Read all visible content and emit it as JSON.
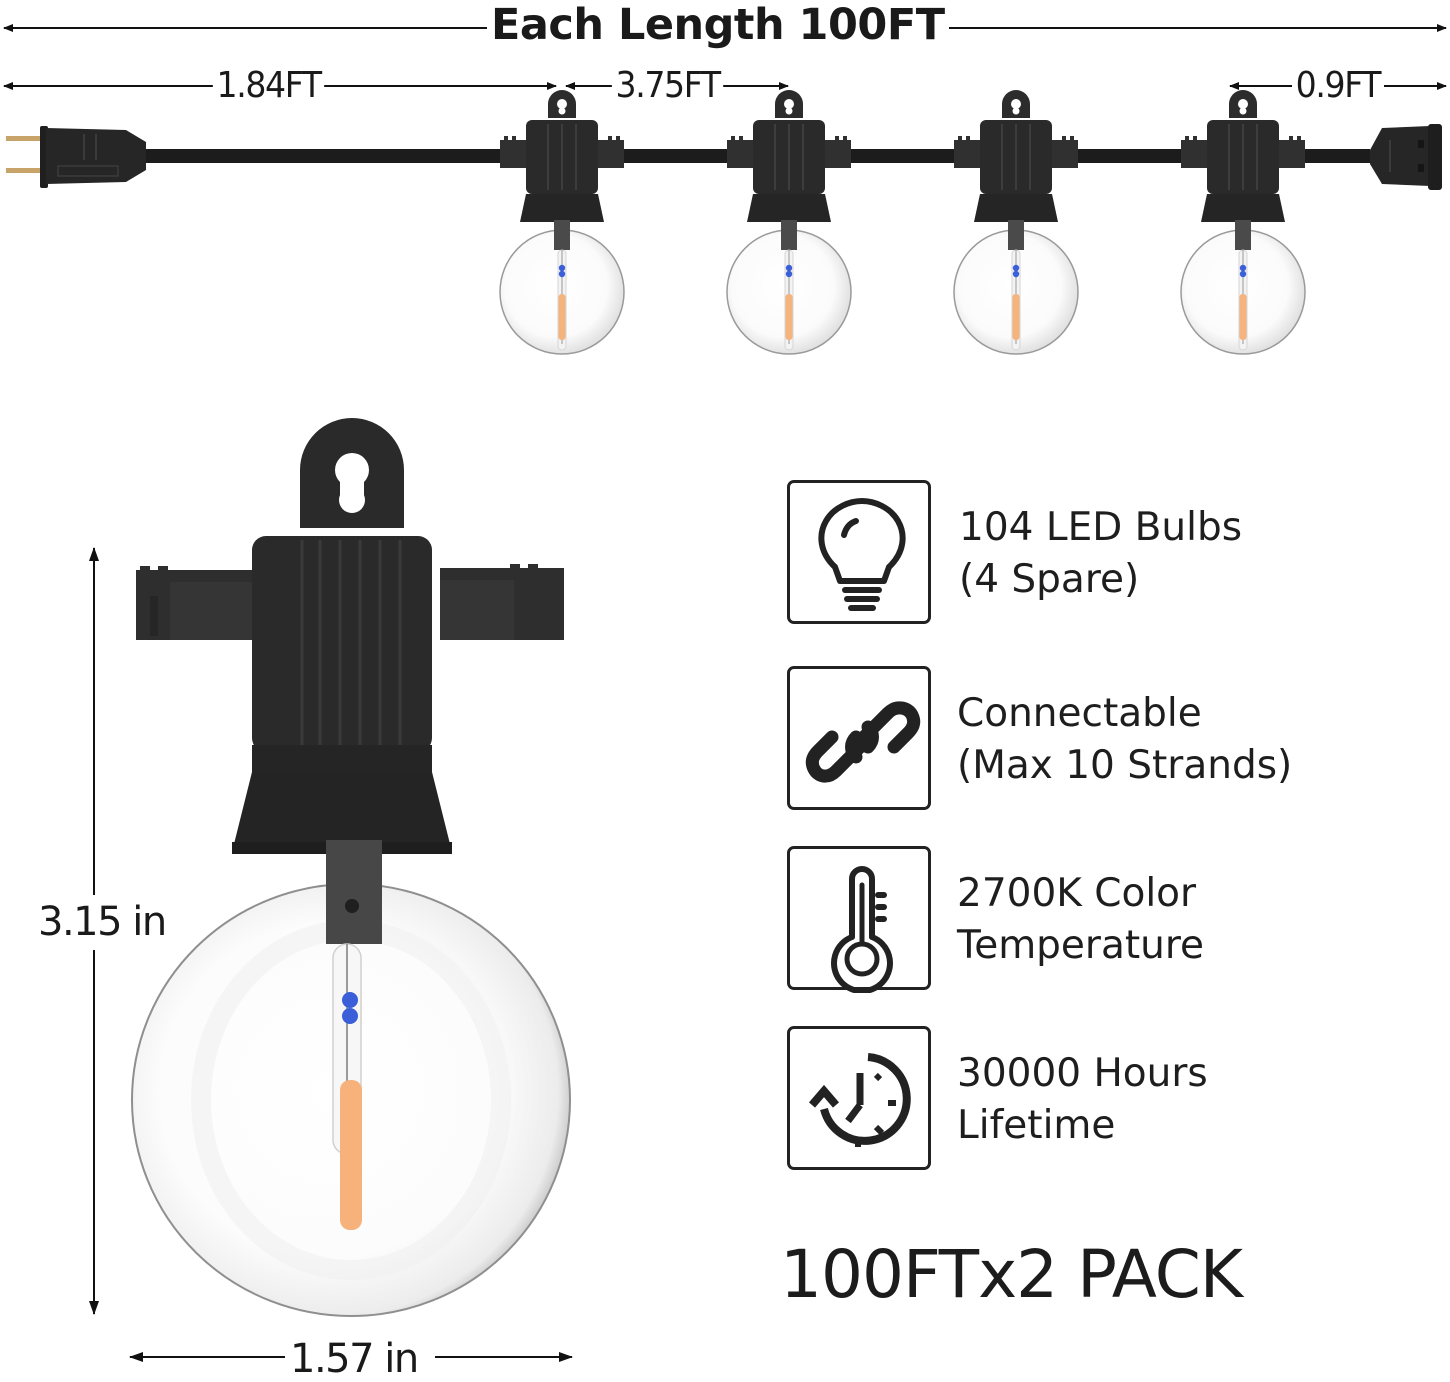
{
  "dimensions": {
    "total_length": "Each Length 100FT",
    "plug_to_first_bulb": "1.84FT",
    "bulb_spacing": "3.75FT",
    "last_bulb_to_end": "0.9FT",
    "bulb_height": "3.15 in",
    "bulb_width": "1.57 in"
  },
  "strand": {
    "bulb_count_shown": 4,
    "bulb_positions_x": [
      562,
      789,
      1016,
      1243
    ],
    "colors": {
      "cable": "#1c1c1c",
      "socket": "#2b2b2b",
      "filament": "#f5b47e",
      "bead": "#3a5fd8"
    }
  },
  "features": [
    {
      "icon": "light-bulb-icon",
      "line1": "104 LED Bulbs",
      "line2": "(4 Spare)"
    },
    {
      "icon": "chain-link-icon",
      "line1": "Connectable",
      "line2": "(Max 10 Strands)"
    },
    {
      "icon": "thermometer-icon",
      "line1": "2700K Color",
      "line2": "Temperature"
    },
    {
      "icon": "clock-history-icon",
      "line1": "30000 Hours",
      "line2": "Lifetime"
    }
  ],
  "pack": "100FTx2 PACK"
}
